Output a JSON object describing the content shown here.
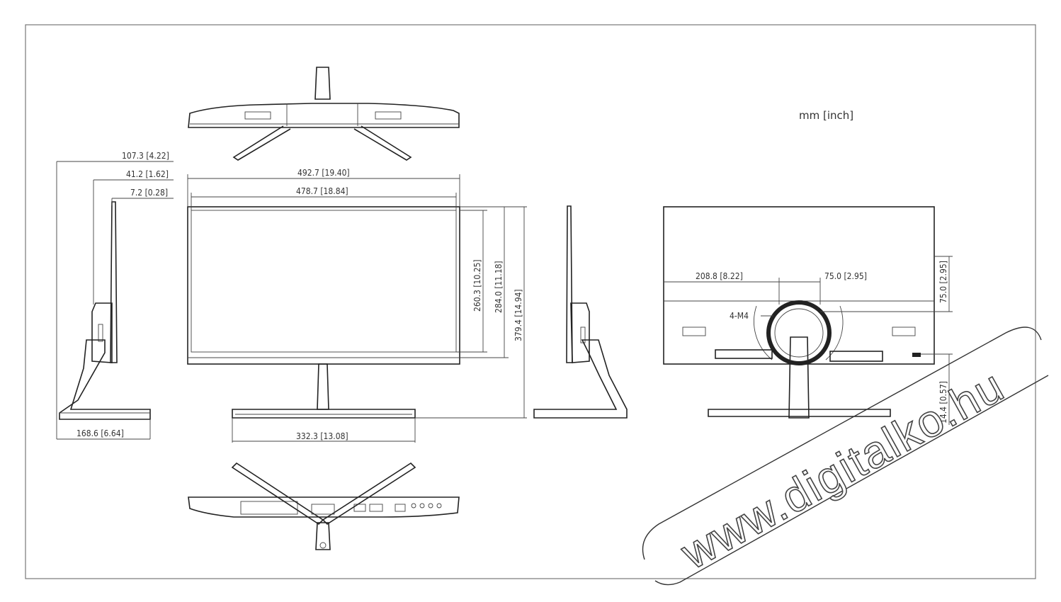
{
  "units_label": "mm [inch]",
  "dimensions": {
    "side_depth_total": "107.3 [4.22]",
    "side_depth_body": "41.2 [1.62]",
    "side_depth_panel": "7.2 [0.28]",
    "front_width_total": "492.7 [19.40]",
    "front_width_screen": "478.7 [18.84]",
    "front_height_screen": "260.3 [10.25]",
    "front_height_panel": "284.0 [11.18]",
    "front_height_total": "379.4 [14.94]",
    "side_base_depth": "168.6 [6.64]",
    "front_base_width": "332.3 [13.08]",
    "rear_offset": "208.8 [8.22]",
    "rear_vesa_h": "75.0 [2.95]",
    "rear_vesa_v": "75.0 [2.95]",
    "rear_screw": "4-M4",
    "rear_bottom": "14.4 [0.57]"
  },
  "watermark": "www.digitalko.hu"
}
